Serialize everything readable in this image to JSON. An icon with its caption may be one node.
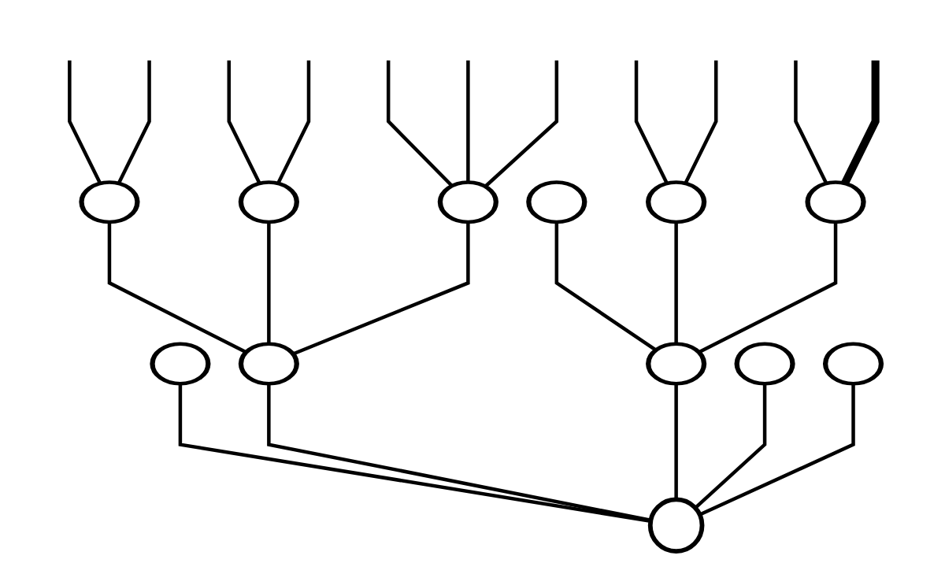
{
  "diagram": {
    "nodes": [
      {
        "text": [],
        "shape": "ellipse"
      },
      {
        "text": [],
        "shape": "ellipse"
      },
      {
        "text": [],
        "shape": "ellipse"
      },
      {
        "text": [],
        "shape": "ellipse"
      },
      {
        "text": [],
        "shape": "ellipse"
      },
      {
        "text": [],
        "shape": "ellipse"
      },
      {
        "text": [],
        "shape": "ellipse"
      },
      {
        "text": [],
        "shape": "ellipse"
      },
      {
        "text": [],
        "shape": "ellipse"
      },
      {
        "text": [],
        "shape": "ellipse"
      },
      {
        "text": [],
        "shape": "ellipse"
      },
      {
        "text": [],
        "shape": "circle"
      }
    ],
    "edges": [
      {
        "from": 11,
        "to": 6,
        "arrow": "none"
      },
      {
        "from": 11,
        "to": 7,
        "arrow": "none"
      },
      {
        "from": 11,
        "to": 8,
        "arrow": "none"
      },
      {
        "from": 11,
        "to": 9,
        "arrow": "none"
      },
      {
        "from": 11,
        "to": 10,
        "arrow": "none"
      },
      {
        "from": 7,
        "to": 0,
        "arrow": "none"
      },
      {
        "from": 7,
        "to": 1,
        "arrow": "none"
      },
      {
        "from": 7,
        "to": 2,
        "arrow": "none"
      },
      {
        "from": 8,
        "to": 3,
        "arrow": "none"
      },
      {
        "from": 8,
        "to": 4,
        "arrow": "none"
      },
      {
        "from": 8,
        "to": 5,
        "arrow": "none"
      },
      {
        "from": 0,
        "to": null,
        "arrow": "none"
      },
      {
        "from": 0,
        "to": null,
        "arrow": "none"
      },
      {
        "from": 1,
        "to": null,
        "arrow": "none"
      },
      {
        "from": 1,
        "to": null,
        "arrow": "none"
      },
      {
        "from": 2,
        "to": null,
        "arrow": "none"
      },
      {
        "from": 2,
        "to": null,
        "arrow": "none"
      },
      {
        "from": 2,
        "to": null,
        "arrow": "none"
      },
      {
        "from": 4,
        "to": null,
        "arrow": "none"
      },
      {
        "from": 4,
        "to": null,
        "arrow": "none"
      },
      {
        "from": 5,
        "to": null,
        "arrow": "none"
      },
      {
        "from": 5,
        "to": null,
        "arrow": "none",
        "style": "thick"
      }
    ]
  }
}
